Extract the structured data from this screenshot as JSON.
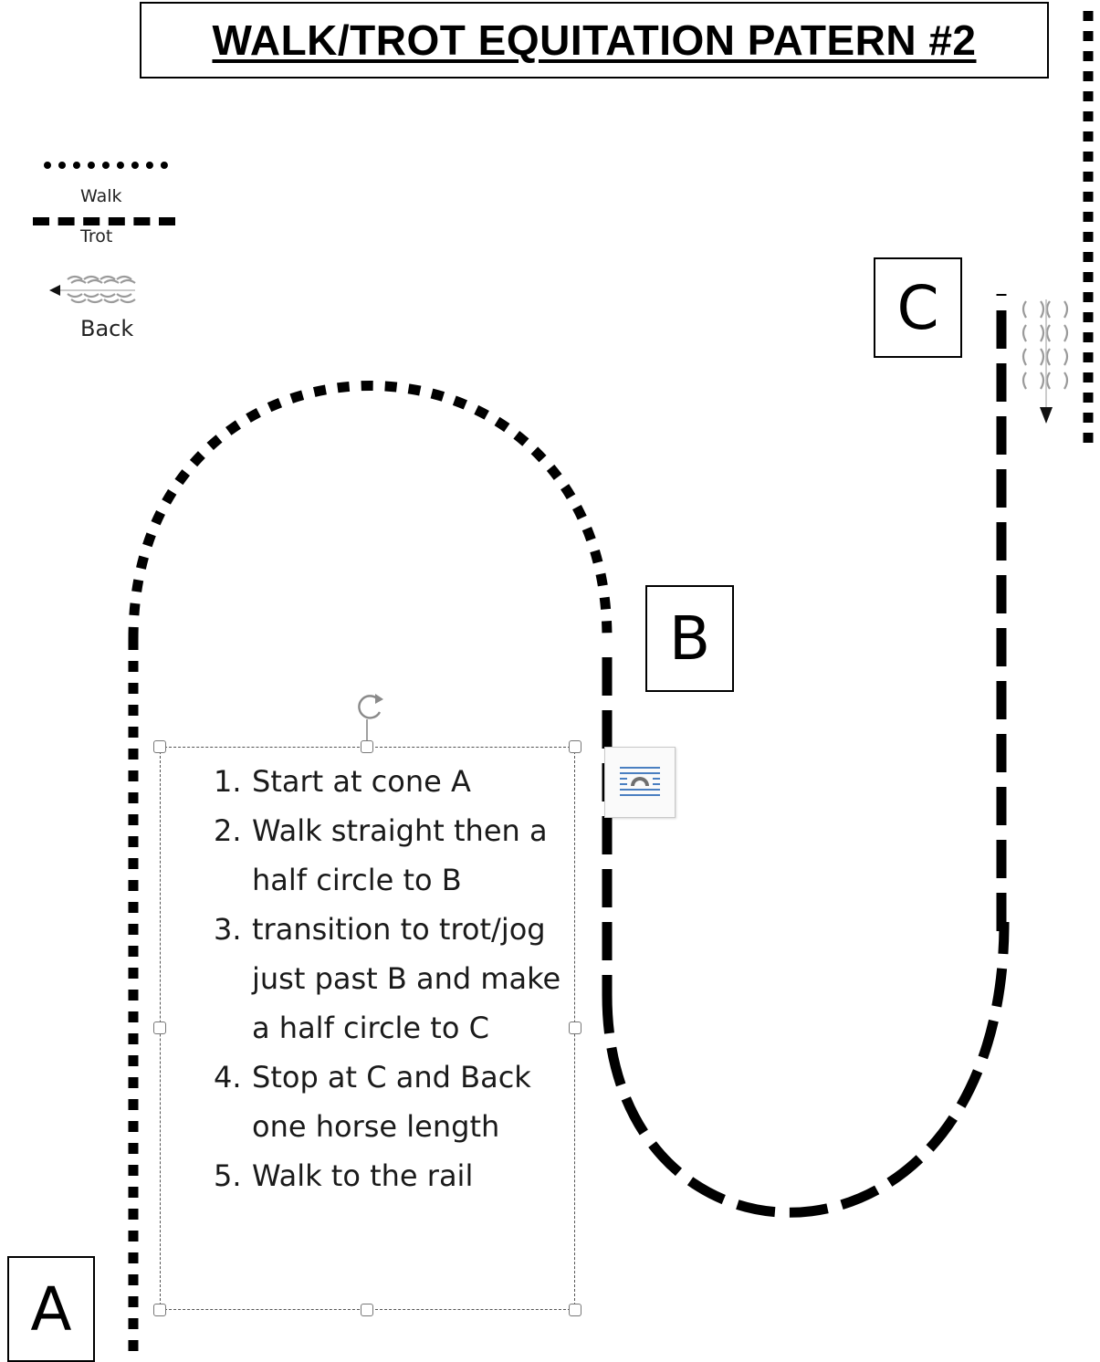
{
  "title": "WALK/TROT EQUITATION PATERN #2",
  "legend": {
    "walk_label": "Walk",
    "trot_label": "Trot",
    "back_label": "Back",
    "walk_icon": "dotted-line",
    "trot_icon": "dashed-line",
    "back_icon": "back-arrow-icon"
  },
  "cones": {
    "a": "A",
    "b": "B",
    "c": "C"
  },
  "instructions": [
    {
      "num": "1.",
      "text": "Start at cone A"
    },
    {
      "num": "2.",
      "text": "Walk straight then a half circle to B"
    },
    {
      "num": "3.",
      "text": "transition to trot/jog just past B and make a half circle to C"
    },
    {
      "num": "4.",
      "text": "Stop at C and Back one horse length"
    },
    {
      "num": "5.",
      "text": "Walk to the rail"
    }
  ],
  "colors": {
    "line": "#000000",
    "selection_border": "#555555",
    "layout_icon_blue": "#4a7fc1"
  }
}
